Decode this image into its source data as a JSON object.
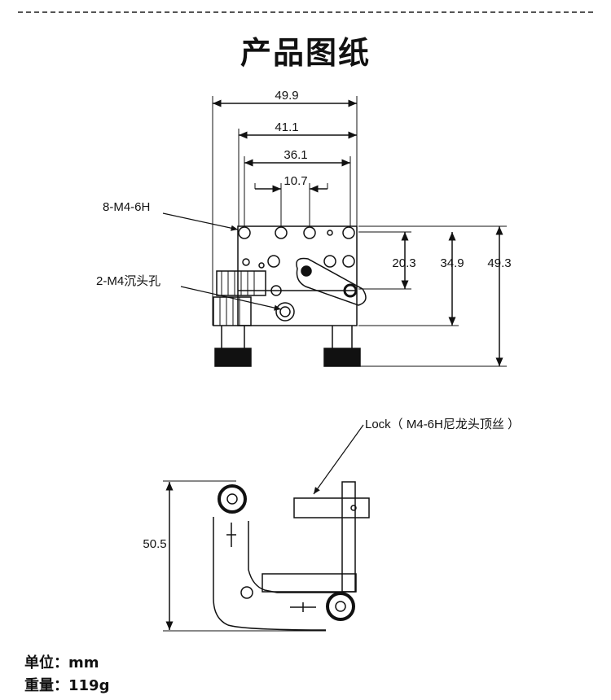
{
  "title": "产品图纸",
  "top_view": {
    "dims": {
      "w1": "49.9",
      "w2": "41.1",
      "w3": "36.1",
      "w4": "10.7",
      "h1": "20.3",
      "h2": "34.9",
      "h3": "49.3"
    },
    "callouts": {
      "holes": "8-M4-6H",
      "countersunk": "2-M4沉头孔"
    }
  },
  "side_view": {
    "dims": {
      "h": "50.5"
    },
    "callouts": {
      "lock": "Lock（ M4-6H尼龙头顶丝 ）"
    }
  },
  "specs": {
    "unit": "单位：mm",
    "weight": "重量：119g"
  }
}
